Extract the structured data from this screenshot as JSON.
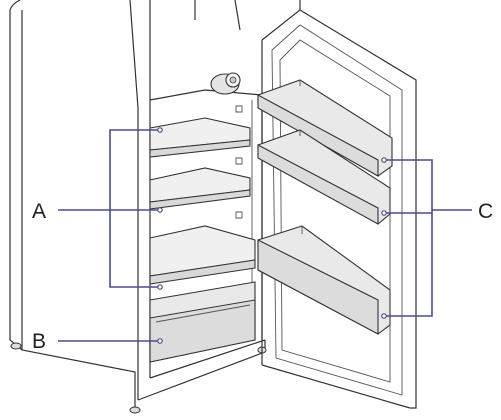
{
  "callouts": {
    "a": "A",
    "b": "B",
    "c": "C"
  },
  "colors": {
    "leader_line": "#4a4f8a",
    "outline": "#333333",
    "shelf_fill": "#f0f0f0"
  }
}
